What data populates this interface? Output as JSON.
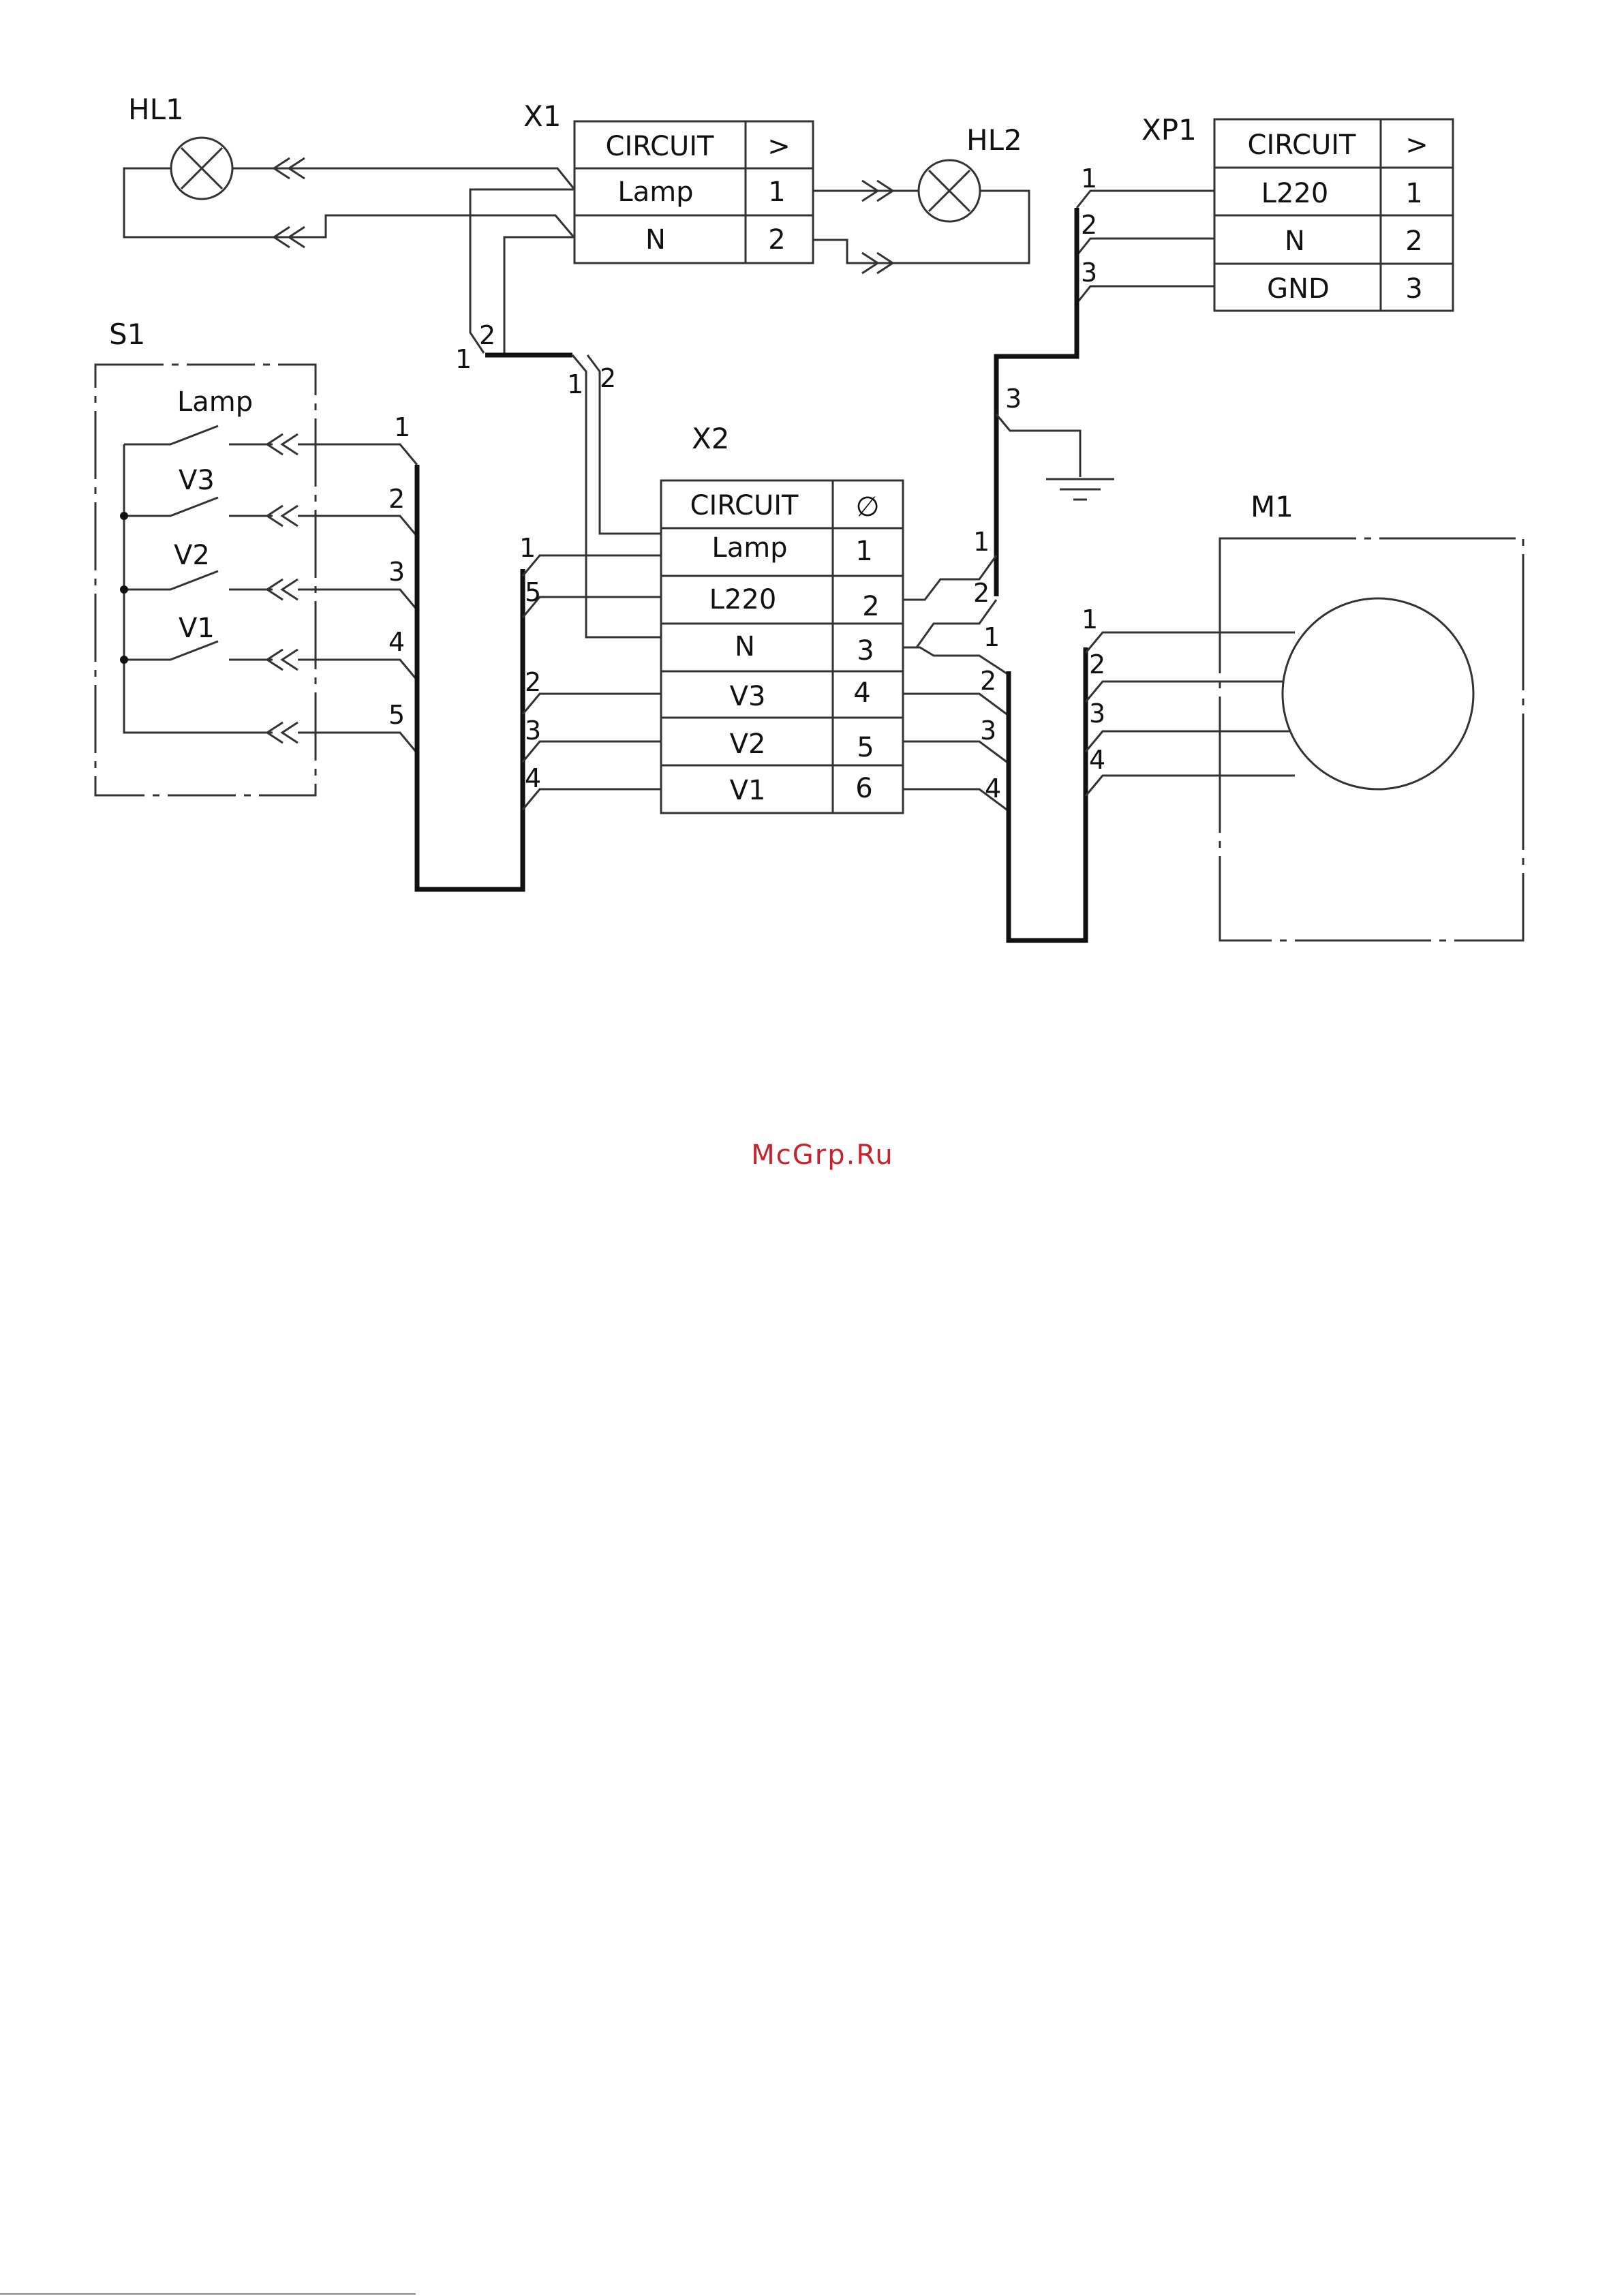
{
  "watermark": "McGrp.Ru",
  "designators": {
    "hl1": "HL1",
    "hl2": "HL2",
    "x1": "X1",
    "x2": "X2",
    "xp1": "XP1",
    "s1": "S1",
    "m1": "M1"
  },
  "x1_table": {
    "header": [
      "CIRCUIT",
      ">"
    ],
    "rows": [
      [
        "Lamp",
        "1"
      ],
      [
        "N",
        "2"
      ]
    ]
  },
  "xp1_table": {
    "header": [
      "CIRCUIT",
      ">"
    ],
    "rows": [
      [
        "L220",
        "1"
      ],
      [
        "N",
        "2"
      ],
      [
        "GND",
        "3"
      ]
    ]
  },
  "x2_table": {
    "header": [
      "CIRCUIT",
      "∅"
    ],
    "rows": [
      [
        "Lamp",
        "1"
      ],
      [
        "L220",
        "2"
      ],
      [
        "N",
        "3"
      ],
      [
        "V3",
        "4"
      ],
      [
        "V2",
        "5"
      ],
      [
        "V1",
        "6"
      ]
    ]
  },
  "s1_switches": [
    "Lamp",
    "V3",
    "V2",
    "V1"
  ],
  "wire_numbers": {
    "x1_harness": [
      "1",
      "2"
    ],
    "x2_top": [
      "1",
      "2"
    ],
    "s1_bundle": [
      "1",
      "2",
      "3",
      "4",
      "5"
    ],
    "x2_left": [
      "1",
      "5",
      "2",
      "3",
      "4"
    ],
    "xp1_bundle": [
      "1",
      "2",
      "3"
    ],
    "ground": "3",
    "x2_right_upper": [
      "1",
      "2"
    ],
    "x2_right_lower": [
      "1",
      "2",
      "3",
      "4"
    ],
    "m1_bundle": [
      "1",
      "2",
      "3",
      "4"
    ]
  }
}
